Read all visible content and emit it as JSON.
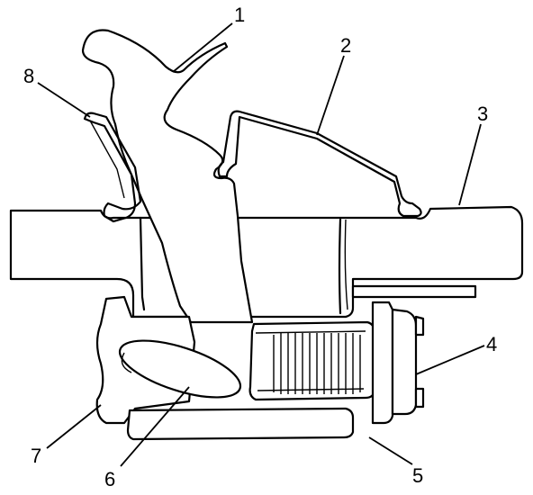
{
  "callouts": [
    {
      "id": "1",
      "text": "1"
    },
    {
      "id": "2",
      "text": "2"
    },
    {
      "id": "3",
      "text": "3"
    },
    {
      "id": "4",
      "text": "4"
    },
    {
      "id": "5",
      "text": "5"
    },
    {
      "id": "6",
      "text": "6"
    },
    {
      "id": "7",
      "text": "7"
    },
    {
      "id": "8",
      "text": "8"
    }
  ],
  "colors": {
    "ink": "#000000",
    "background": "#ffffff"
  }
}
